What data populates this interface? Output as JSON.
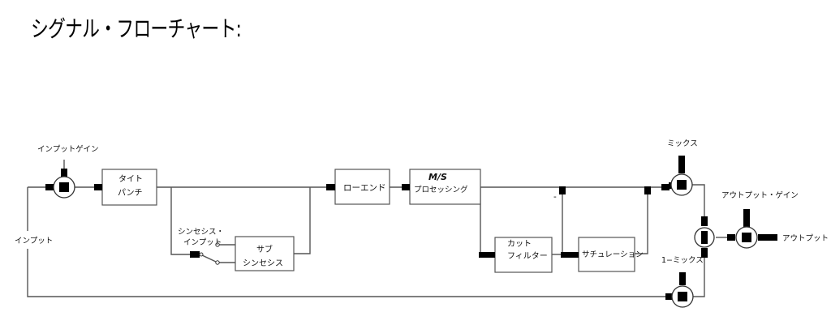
{
  "title": "シグナル・フローチャート:",
  "labels": {
    "input_gain": "インプットゲイン",
    "input": "インプット",
    "synth_input_line1": "シンセシス・",
    "synth_input_line2": "インプット",
    "mix": "ミックス",
    "one_minus_mix": "1−ミックス",
    "output_gain": "アウトプット・ゲイン",
    "output": "アウトプット",
    "minus_sign": "-"
  },
  "blocks": {
    "tight_punch": {
      "line1": "タイト",
      "line2": "パンチ"
    },
    "sub_synthesis": {
      "line1": "サブ",
      "line2": "シンセシス"
    },
    "low_end": {
      "line1": "ローエンド"
    },
    "ms_processing": {
      "line1": "M/S",
      "line2": "プロセッシング"
    },
    "cut_filter": {
      "line1": "カット",
      "line2": "フィルター"
    },
    "saturation": {
      "line1": "サチュレーション"
    }
  }
}
